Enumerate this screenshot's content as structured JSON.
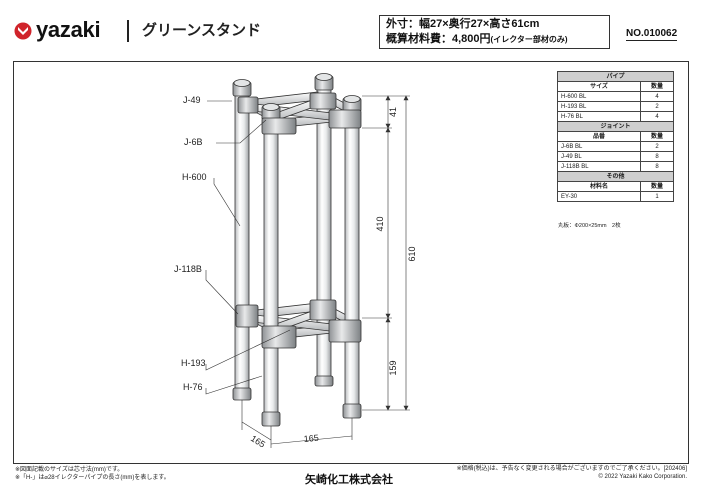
{
  "header": {
    "brand": "yazaki",
    "product_title": "グリーンスタンド",
    "dimensions": "外寸：幅27×奥行27×高さ61cm",
    "price_label": "概算材料費：4,800円",
    "price_note": "(イレクター部材のみ)",
    "doc_number": "NO.010062"
  },
  "drawing": {
    "callouts": [
      "J-49",
      "J-6B",
      "H-600",
      "J-118B",
      "H-193",
      "H-76"
    ],
    "dimensions": {
      "top": "41",
      "middle": "410",
      "bottom": "159",
      "total": "610",
      "depth": "165",
      "width": "165"
    }
  },
  "parts_table": {
    "sections": [
      {
        "title": "パイプ",
        "headers": [
          "サイズ",
          "数量"
        ],
        "rows": [
          [
            "H-600 BL",
            "4"
          ],
          [
            "H-193 BL",
            "2"
          ],
          [
            "H-76 BL",
            "4"
          ]
        ]
      },
      {
        "title": "ジョイント",
        "headers": [
          "品番",
          "数量"
        ],
        "rows": [
          [
            "J-6B BL",
            "2"
          ],
          [
            "J-49 BL",
            "8"
          ],
          [
            "J-118B BL",
            "8"
          ]
        ]
      },
      {
        "title": "その他",
        "headers": [
          "材料名",
          "数量"
        ],
        "rows": [
          [
            "EY-30",
            "1"
          ]
        ]
      }
    ],
    "note": "丸板：Φ200×25mm　2枚"
  },
  "footer": {
    "note1": "※図面記載のサイズは芯寸法(mm)です。",
    "note2": "※「H-」は⌀28イレクターパイプの長さ(mm)を表します。",
    "company": "矢崎化工株式会社",
    "price_disclaimer": "※価格(税込)は、予告なく変更される場合がございますのでご了承ください。[202406]",
    "copyright": "© 2022 Yazaki Kako Corporation."
  },
  "colors": {
    "brand_red": "#d0242b",
    "line": "#333333"
  }
}
